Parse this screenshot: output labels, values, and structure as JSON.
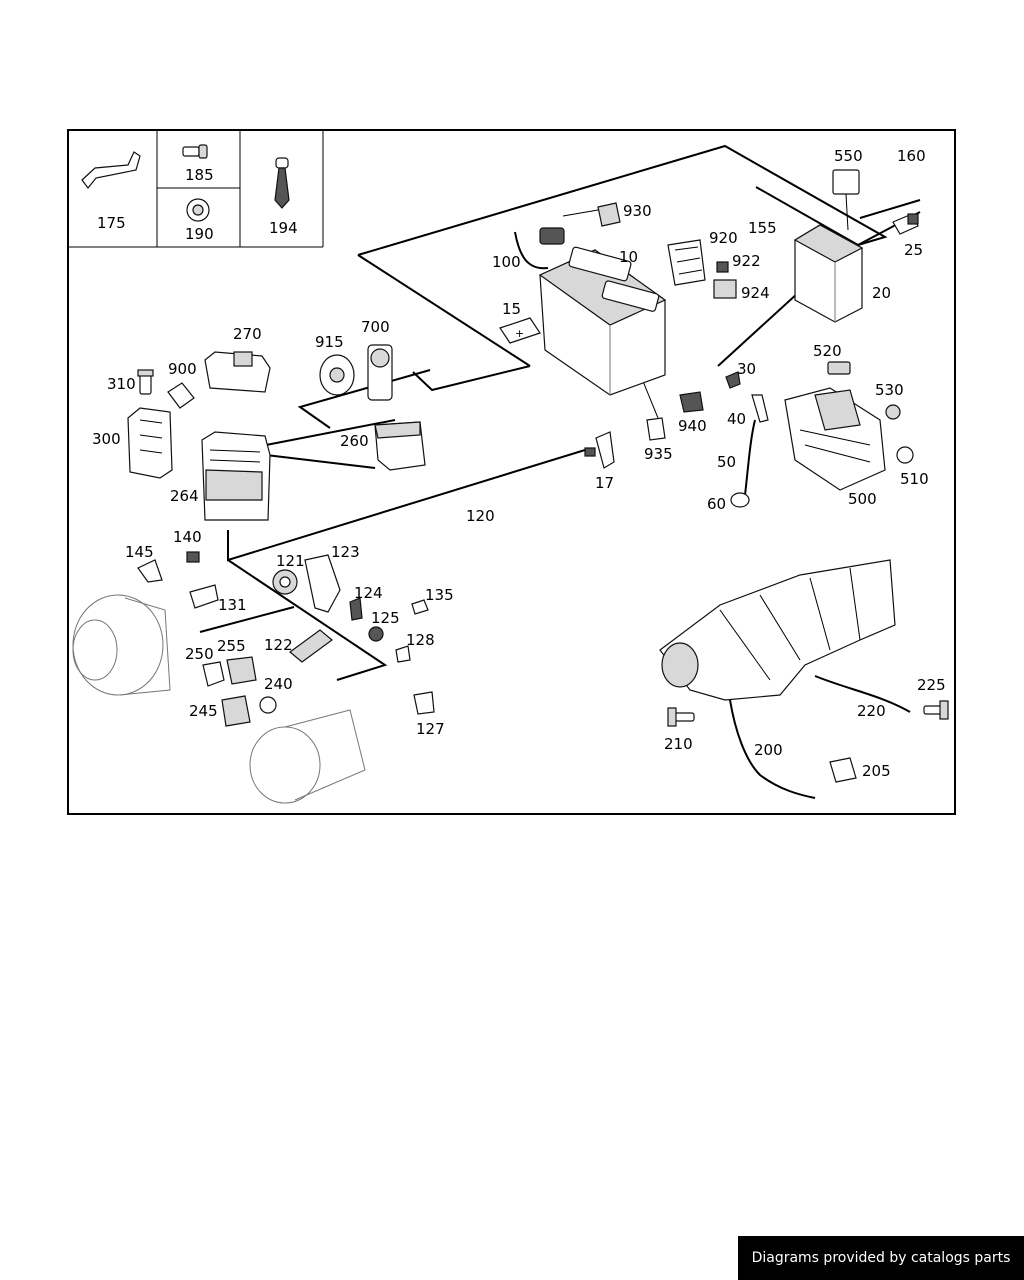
{
  "labels": {
    "l175": "175",
    "l185": "185",
    "l190": "190",
    "l194": "194",
    "l930": "930",
    "l10": "10",
    "l100": "100",
    "l920": "920",
    "l922": "922",
    "l924": "924",
    "l155": "155",
    "l550": "550",
    "l160": "160",
    "l25": "25",
    "l20": "20",
    "l15": "15",
    "l270": "270",
    "l915": "915",
    "l700": "700",
    "l900": "900",
    "l310": "310",
    "l300": "300",
    "l260": "260",
    "l264": "264",
    "l30": "30",
    "l520": "520",
    "l530": "530",
    "l40": "40",
    "l940": "940",
    "l935": "935",
    "l17": "17",
    "l50": "50",
    "l510": "510",
    "l500": "500",
    "l60": "60",
    "l120": "120",
    "l145": "145",
    "l140": "140",
    "l121": "121",
    "l123": "123",
    "l131": "131",
    "l124": "124",
    "l135": "135",
    "l125": "125",
    "l122": "122",
    "l128": "128",
    "l250": "250",
    "l255": "255",
    "l240": "240",
    "l245": "245",
    "l127": "127",
    "l225": "225",
    "l220": "220",
    "l210": "210",
    "l200": "200",
    "l205": "205"
  },
  "footer": {
    "text": "Diagrams provided by catalogs parts"
  }
}
